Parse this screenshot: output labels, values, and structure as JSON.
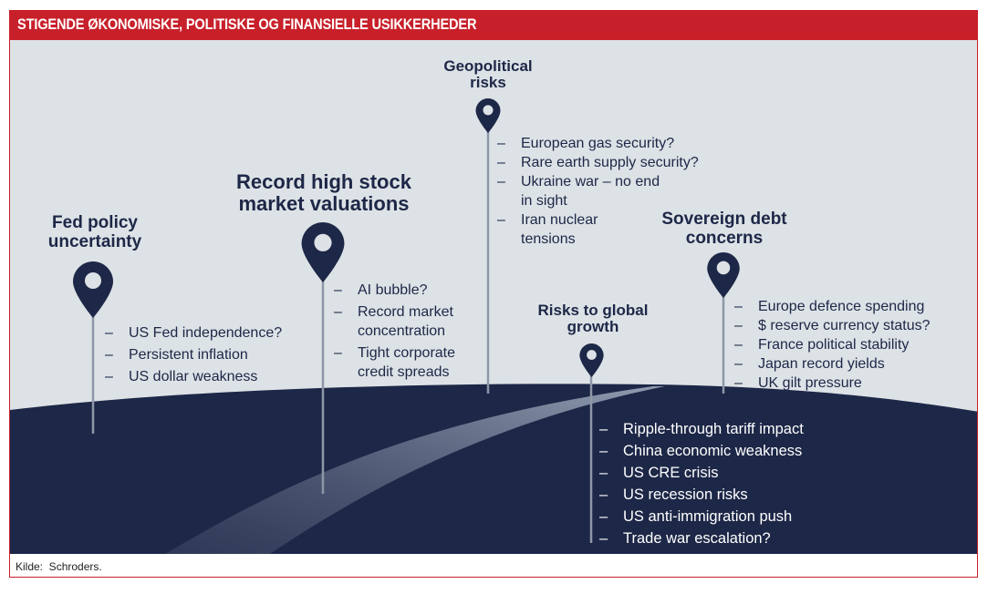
{
  "header": {
    "title": "STIGENDE ØKONOMISKE, POLITISKE OG FINANSIELLE USIKKERHEDER"
  },
  "colors": {
    "header": "#c8202a",
    "background": "#dde2e6",
    "navy": "#1d2747",
    "road": "#4a5770",
    "stem": "#8e97a7"
  },
  "markers": [
    {
      "title": "Fed policy\nuncertainty",
      "icon": "map-pin-icon",
      "items": [
        "US Fed independence?",
        "Persistent inflation",
        "US dollar weakness"
      ]
    },
    {
      "title": "Record high stock\nmarket valuations",
      "icon": "map-pin-icon",
      "items": [
        "AI bubble?",
        "Record market\nconcentration",
        "Tight corporate\ncredit spreads"
      ]
    },
    {
      "title": "Geopolitical\nrisks",
      "icon": "map-pin-icon",
      "items": [
        "European gas security?",
        "Rare earth supply security?",
        "Ukraine war – no end\nin sight",
        "Iran nuclear\ntensions"
      ]
    },
    {
      "title": "Sovereign debt\nconcerns",
      "icon": "map-pin-icon",
      "items": [
        "Europe defence spending",
        "$ reserve currency status?",
        "France political stability",
        "Japan record yields",
        "UK gilt pressure"
      ]
    },
    {
      "title": "Risks to global\ngrowth",
      "icon": "map-pin-icon",
      "items": [
        "Ripple-through tariff impact",
        "China economic weakness",
        "US CRE crisis",
        "US recession risks",
        "US anti-immigration push",
        "Trade war escalation?"
      ]
    }
  ],
  "footer": {
    "source": "Kilde:  Schroders."
  }
}
